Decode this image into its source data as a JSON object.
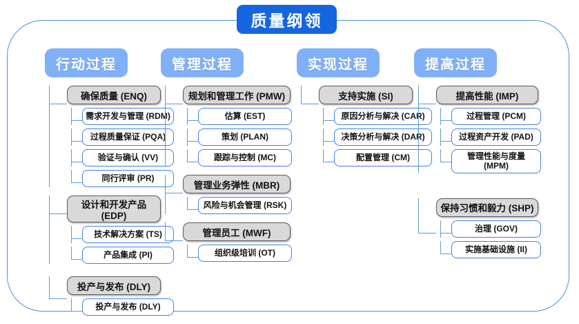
{
  "title": "质量纲领",
  "colors": {
    "title_bg": "#1565e0",
    "header_bg": "#7fb0f8",
    "gray_fill": "#d9d9d9",
    "gray_border": "#5a5a5a",
    "white_border": "#3f7fe8",
    "line": "#5b9bd5",
    "frame_border": "#4a90e2"
  },
  "columns": [
    {
      "header": "行动过程",
      "groups": [
        {
          "label": "确保质量 (ENQ)",
          "children": [
            "需求开发与管理 (RDM)",
            "过程质量保证 (PQA)",
            "验证与确认 (VV)",
            "同行评审 (PR)"
          ]
        },
        {
          "label": "设计和开发产品 (EDP)",
          "children": [
            "技术解决方案 (TS)",
            "产品集成 (PI)"
          ]
        },
        {
          "label": "投产与发布 (DLY)",
          "children": [
            "投产与发布 (DLY)"
          ]
        }
      ]
    },
    {
      "header": "管理过程",
      "groups": [
        {
          "label": "规划和管理工作 (PMW)",
          "children": [
            "估算 (EST)",
            "策划 (PLAN)",
            "跟踪与控制 (MC)"
          ]
        },
        {
          "label": "管理业务弹性 (MBR)",
          "children": [
            "风险与机会管理 (RSK)"
          ]
        },
        {
          "label": "管理员工 (MWF)",
          "children": [
            "组织级培训 (OT)"
          ]
        }
      ]
    },
    {
      "header": "实现过程",
      "groups": [
        {
          "label": "支持实施 (SI)",
          "children": [
            "原因分析与解决 (CAR)",
            "决策分析与解决 (DAR)",
            "配置管理 (CM)"
          ]
        }
      ]
    },
    {
      "header": "提高过程",
      "groups": [
        {
          "label": "提高性能 (IMP)",
          "children": [
            "过程管理 (PCM)",
            "过程资产开发 (PAD)",
            "管理性能与度量 (MPM)"
          ]
        },
        {
          "label": "保持习惯和毅力 (SHP)",
          "children": [
            "治理 (GOV)",
            "实施基础设施 (II)"
          ]
        }
      ]
    }
  ]
}
